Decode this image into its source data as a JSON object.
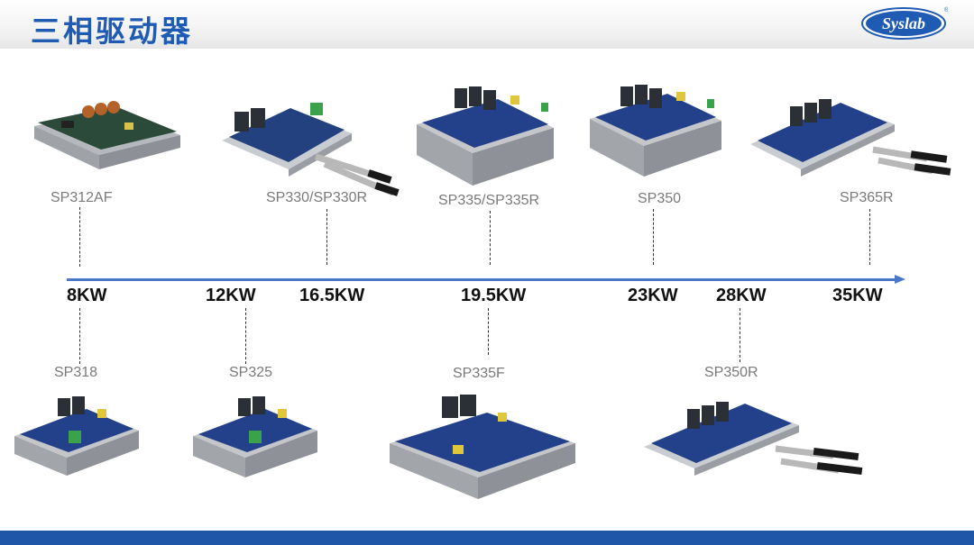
{
  "header": {
    "title": "三相驱动器",
    "logo_text": "Syslab",
    "logo_mark": "®"
  },
  "timeline": {
    "power_labels": [
      "8KW",
      "12KW",
      "16.5KW",
      "19.5KW",
      "23KW",
      "28KW",
      "35KW"
    ]
  },
  "models_top": [
    "SP312AF",
    "SP330/SP330R",
    "SP335/SP335R",
    "SP350",
    "SP365R"
  ],
  "models_bottom": [
    "SP318",
    "SP325",
    "SP335F",
    "SP350R"
  ],
  "colors": {
    "accent": "#1f5bb3",
    "timeline": "#4a78c9",
    "footer": "#1f56a8",
    "board": "#1c3f8a"
  }
}
